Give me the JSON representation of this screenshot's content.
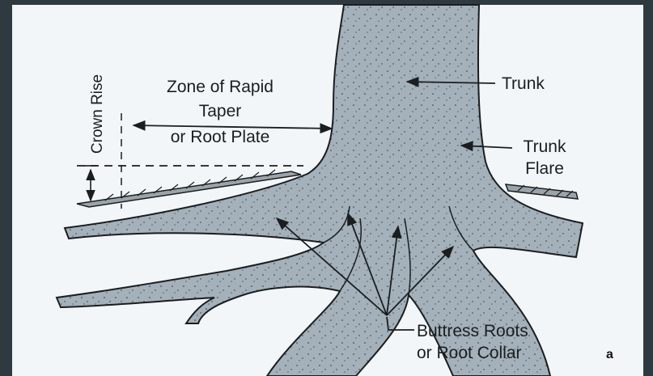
{
  "labels": {
    "crown_rise": "Crown Rise",
    "zone_line1": "Zone of Rapid",
    "zone_line2": "Taper",
    "zone_line3": "or Root Plate",
    "trunk": "Trunk",
    "trunk_flare_line1": "Trunk",
    "trunk_flare_line2": "Flare",
    "buttress_line1": "Buttress Roots",
    "buttress_line2": "or Root Collar",
    "corner_letter": "a"
  },
  "colors": {
    "background_dark": "#2f3a40",
    "paper": "#f3f6f8",
    "root_fill": "#a4b1ba",
    "outline": "#1b1e20"
  }
}
